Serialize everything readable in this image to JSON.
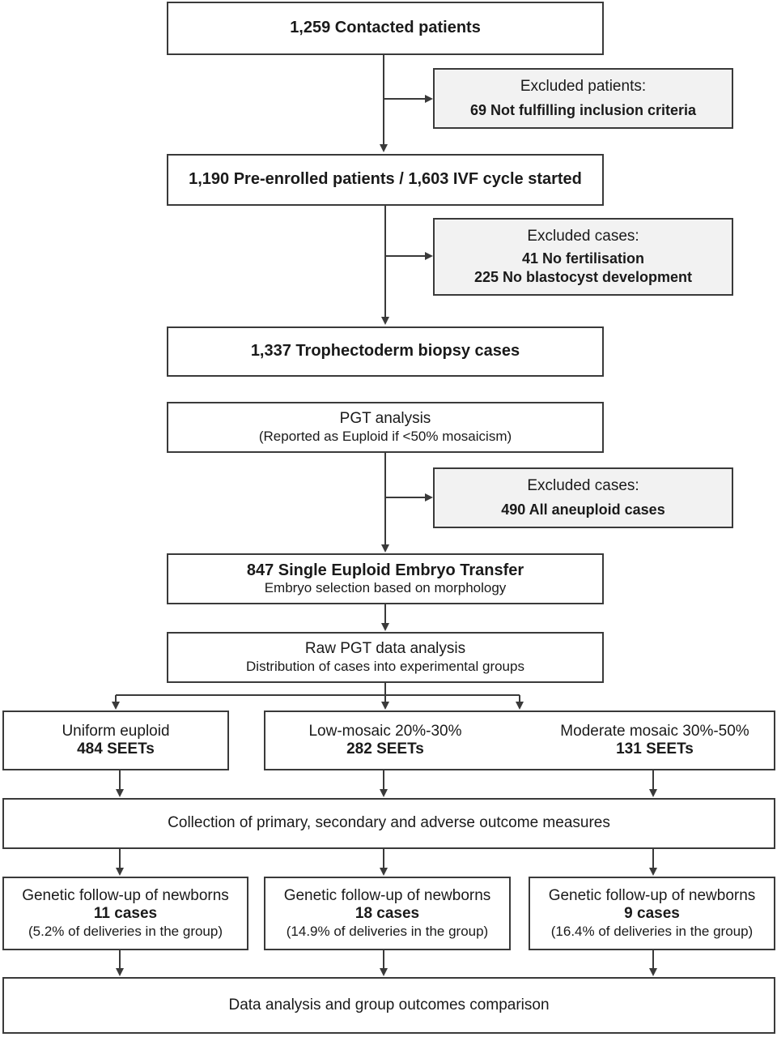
{
  "flow": {
    "contacted": "1,259 Contacted patients",
    "excluded_patients": {
      "title": "Excluded patients:",
      "line1": "69 Not fulfilling inclusion criteria"
    },
    "pre_enrolled": "1,190 Pre-enrolled patients / 1,603 IVF cycle started",
    "excluded_cases_1": {
      "title": "Excluded cases:",
      "line1": "41 No fertilisation",
      "line2": "225 No blastocyst development"
    },
    "biopsy": "1,337 Trophectoderm biopsy cases",
    "pgt": {
      "title": "PGT analysis",
      "sub": "(Reported as Euploid if <50% mosaicism)"
    },
    "excluded_cases_2": {
      "title": "Excluded cases:",
      "line1": "490 All aneuploid cases"
    },
    "seet": {
      "title": "847 Single Euploid Embryo Transfer",
      "sub": "Embryo selection based on morphology"
    },
    "raw_pgt": {
      "title": "Raw PGT data analysis",
      "sub": "Distribution of cases into experimental groups"
    },
    "groups": [
      {
        "name": "Uniform euploid",
        "count": "484 SEETs"
      },
      {
        "name": "Low-mosaic 20%-30%",
        "count": "282 SEETs"
      },
      {
        "name": "Moderate mosaic 30%-50%",
        "count": "131 SEETs"
      }
    ],
    "collection": "Collection of primary, secondary and adverse outcome measures",
    "followups": [
      {
        "title": "Genetic follow-up of newborns",
        "cases": "11 cases",
        "pct": "(5.2% of deliveries in the group)"
      },
      {
        "title": "Genetic follow-up of newborns",
        "cases": "18 cases",
        "pct": "(14.9% of deliveries in the group)"
      },
      {
        "title": "Genetic follow-up of newborns",
        "cases": "9 cases",
        "pct": "(16.4% of deliveries in the group)"
      }
    ],
    "final": "Data analysis and group outcomes comparison"
  },
  "colors": {
    "line": "#3a3a3a",
    "box_fill": "#ffffff",
    "excluded_fill": "#f2f2f2"
  }
}
